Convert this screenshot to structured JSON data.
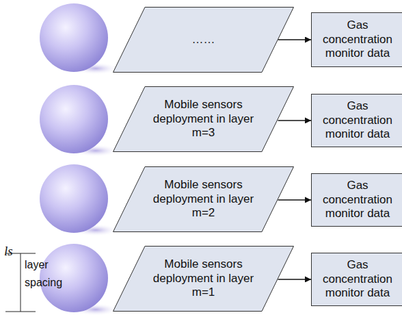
{
  "diagram": {
    "nodes": [
      {
        "text": [
          "……"
        ]
      },
      {
        "text": [
          "Gas concentration monitor data"
        ]
      },
      {
        "text": [
          "Mobile sensors deployment in layer m=3"
        ]
      },
      {
        "text": [
          "Gas concentration monitor data"
        ]
      },
      {
        "text": [
          "Mobile sensors deployment in layer m=2"
        ]
      },
      {
        "text": [
          "Gas concentration monitor data"
        ]
      },
      {
        "text": [
          "Mobile sensors deployment in layer m=1"
        ]
      },
      {
        "text": [
          "Gas concentration monitor data"
        ]
      }
    ],
    "edges": [
      {
        "from": 0,
        "to": 1,
        "arrow": "to"
      },
      {
        "from": 2,
        "to": 3,
        "arrow": "to"
      },
      {
        "from": 4,
        "to": 5,
        "arrow": "to"
      },
      {
        "from": 6,
        "to": 7,
        "arrow": "to"
      }
    ],
    "labels": [
      "ls",
      "layer spacing"
    ]
  }
}
